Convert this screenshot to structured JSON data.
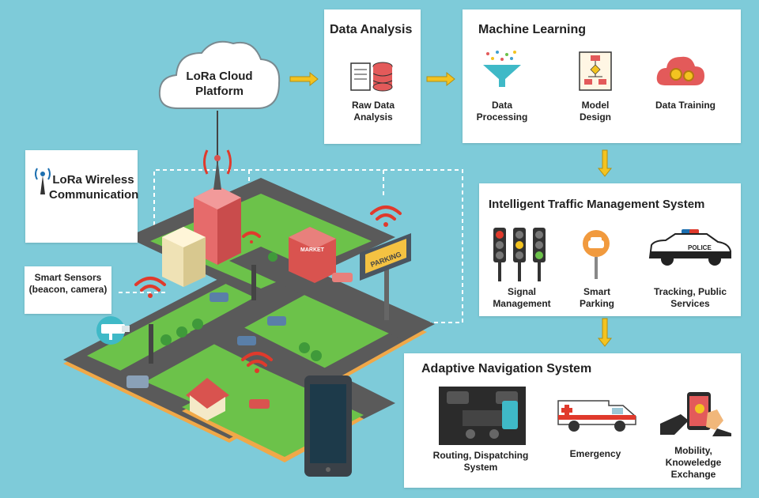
{
  "colors": {
    "background": "#7ecbd9",
    "arrow": "#f3c320",
    "wifi": "#e03a2c",
    "road": "#5a5a5a",
    "grass": "#6cc24a"
  },
  "cloud": {
    "title": "LoRa Cloud Platform"
  },
  "lora_wireless": {
    "title": "LoRa Wireless Communication",
    "icon": "antenna-icon"
  },
  "smart_sensors": {
    "label": "Smart Sensors (beacon, camera)",
    "icon": "camera-icon"
  },
  "data_analysis": {
    "title": "Data Analysis",
    "items": [
      {
        "label": "Raw Data Analysis",
        "icon": "database-icon"
      }
    ]
  },
  "machine_learning": {
    "title": "Machine Learning",
    "items": [
      {
        "label": "Data Processing",
        "icon": "funnel-icon"
      },
      {
        "label": "Model Design",
        "icon": "flowchart-icon"
      },
      {
        "label": "Data Training",
        "icon": "cloud-gears-icon"
      }
    ]
  },
  "traffic": {
    "title": "Intelligent Traffic Management System",
    "items": [
      {
        "label": "Signal Management",
        "icon": "traffic-light-icon"
      },
      {
        "label": "Smart Parking",
        "icon": "parking-sign-icon"
      },
      {
        "label": "Tracking, Public Services",
        "icon": "police-car-icon"
      }
    ]
  },
  "navigation": {
    "title": "Adaptive Navigation System",
    "items": [
      {
        "label": "Routing, Dispatching System",
        "icon": "car-dashboard-icon"
      },
      {
        "label": "Emergency",
        "icon": "ambulance-icon"
      },
      {
        "label": "Mobility, Knoweledge Exchange",
        "icon": "phone-hand-icon"
      }
    ]
  },
  "city": {
    "market_sign": "MARKET",
    "parking_sign": "PARKING"
  }
}
